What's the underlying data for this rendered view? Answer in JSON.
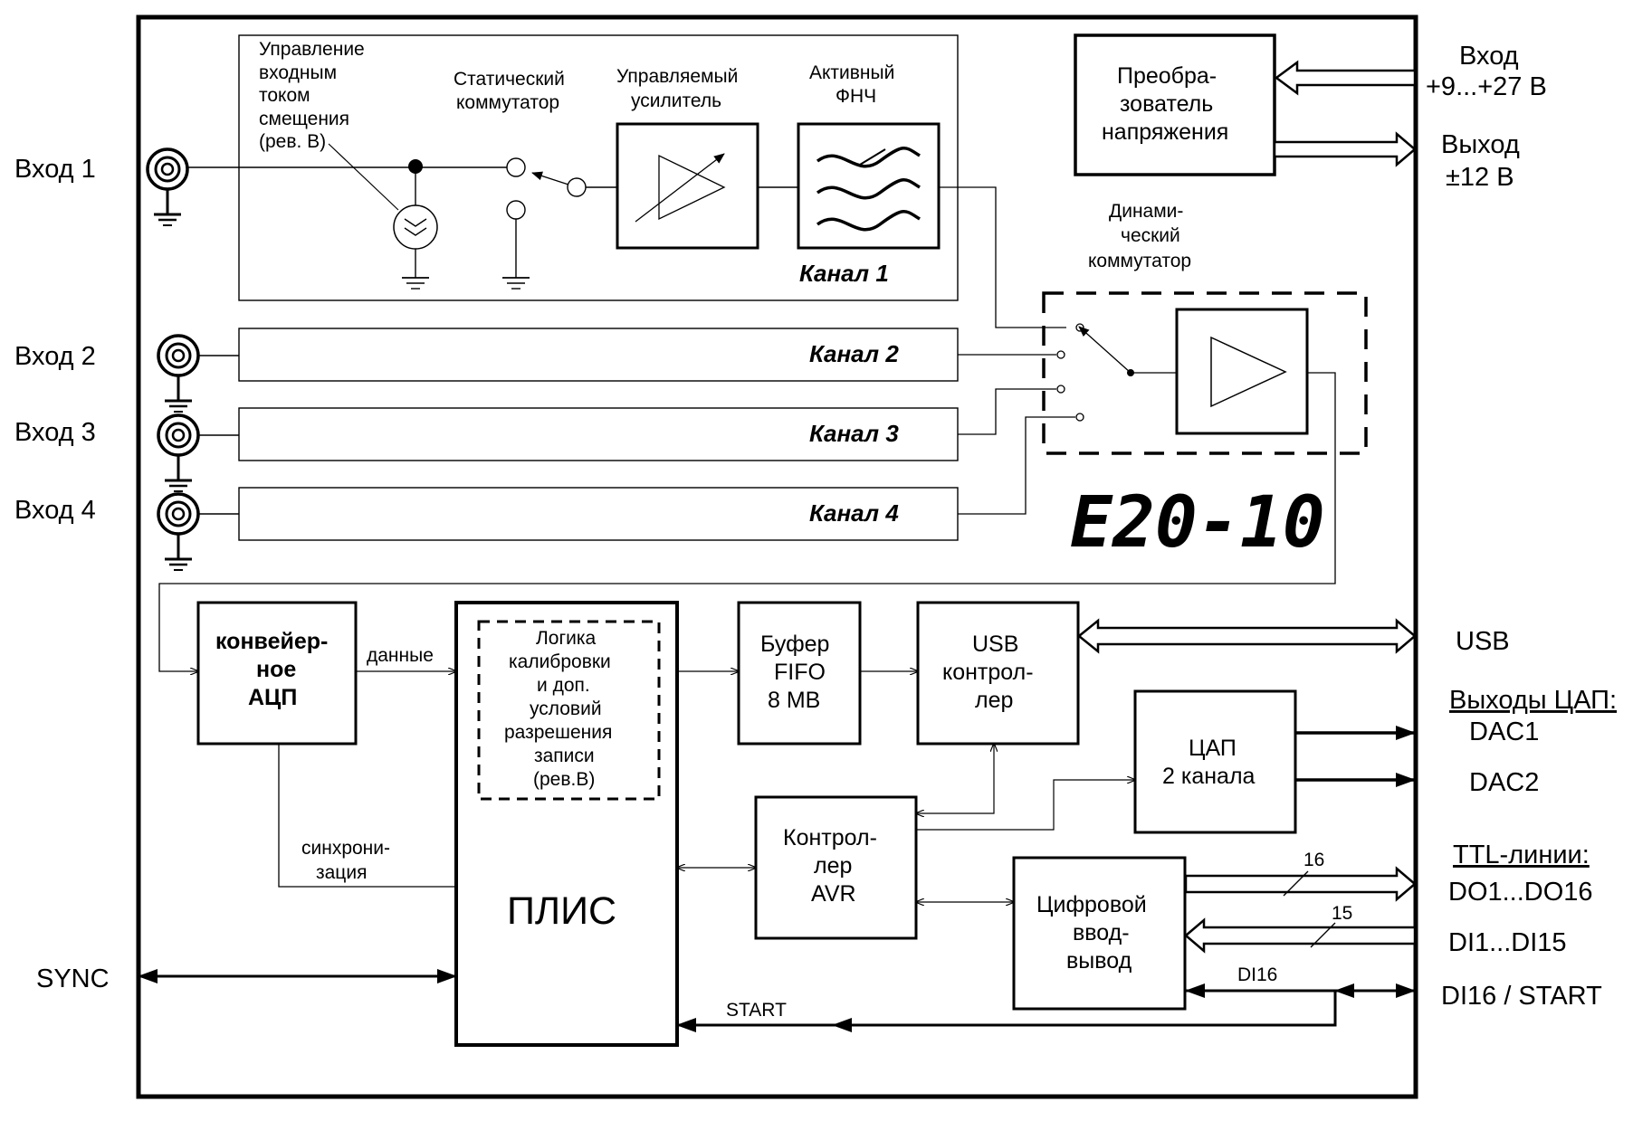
{
  "inputs_left": {
    "in1": "Вход 1",
    "in2": "Вход 2",
    "in3": "Вход 3",
    "in4": "Вход 4",
    "sync": "SYNC"
  },
  "channel1": {
    "bias_label": [
      "Управление",
      "входным",
      "током",
      "смещения",
      "(рев. В)"
    ],
    "static_switch_label": [
      "Статический",
      "коммутатор"
    ],
    "amp_label": [
      "Управляемый",
      "усилитель"
    ],
    "filter_label": [
      "Активный",
      "ФНЧ"
    ],
    "name": "Канал 1"
  },
  "channels": {
    "ch2": "Канал 2",
    "ch3": "Канал 3",
    "ch4": "Канал 4"
  },
  "dynamic_switch_label": [
    "Динами-",
    "ческий",
    "коммутатор"
  ],
  "logo": "E20-10",
  "power": {
    "block": [
      "Преобра-",
      "зователь",
      "напряжения"
    ],
    "input_label": [
      "Вход",
      "+9...+27 В"
    ],
    "output_label": [
      "Выход",
      "±12 В"
    ]
  },
  "blocks": {
    "adc": [
      "конвейер-",
      "ное",
      "АЦП"
    ],
    "fpga": "ПЛИС",
    "calib": [
      "Логика",
      "калибровки",
      "и доп.",
      "условий",
      "разрешения",
      "записи",
      "(рев.В)"
    ],
    "fifo": [
      "Буфер",
      "FIFO",
      "8 MB"
    ],
    "usb": [
      "USB",
      "контрол-",
      "лер"
    ],
    "dac": [
      "ЦАП",
      "2 канала"
    ],
    "avr": [
      "Контрол-",
      "лер",
      "AVR"
    ],
    "dio": [
      "Цифровой",
      "ввод-",
      "вывод"
    ]
  },
  "signals": {
    "data": "данные",
    "sync_inner": [
      "синхрони-",
      "зация"
    ],
    "start": "START",
    "di16": "DI16",
    "bus16": "16",
    "bus15": "15"
  },
  "outputs_right": {
    "usb": "USB",
    "dac_header": "Выходы ЦАП:",
    "dac1": "DAC1",
    "dac2": "DAC2",
    "ttl_header": "TTL-линии:",
    "do": "DO1...DO16",
    "di": "DI1...DI15",
    "di16_start": "DI16 / START"
  }
}
